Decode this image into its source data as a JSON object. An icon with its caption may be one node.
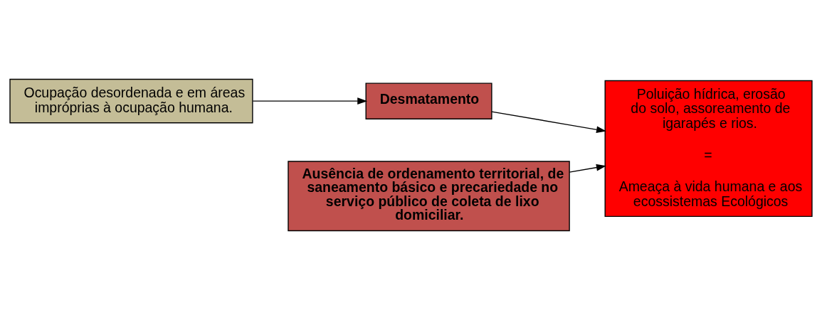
{
  "diagram": {
    "nodes": [
      {
        "text": [
          "Ocupação desordenada e em áreas impróprias à ocupação humana."
        ]
      },
      {
        "text": [
          "Desmatamento"
        ]
      },
      {
        "text": [
          "Poluição hídrica, erosão do solo, assoreamento de igarapés e rios.",
          "=",
          "Ameaça à vida humana e aos ecossistemas Ecológicos"
        ]
      },
      {
        "text": [
          "Ausência de ordenamento territorial, de saneamento básico e precariedade no serviço público de coleta de lixo domiciliar."
        ]
      }
    ],
    "edges": [
      {
        "from": 0,
        "to": 1,
        "arrow": "to"
      },
      {
        "from": 1,
        "to": 2,
        "arrow": "to"
      },
      {
        "from": 3,
        "to": 2,
        "arrow": "to"
      }
    ]
  }
}
